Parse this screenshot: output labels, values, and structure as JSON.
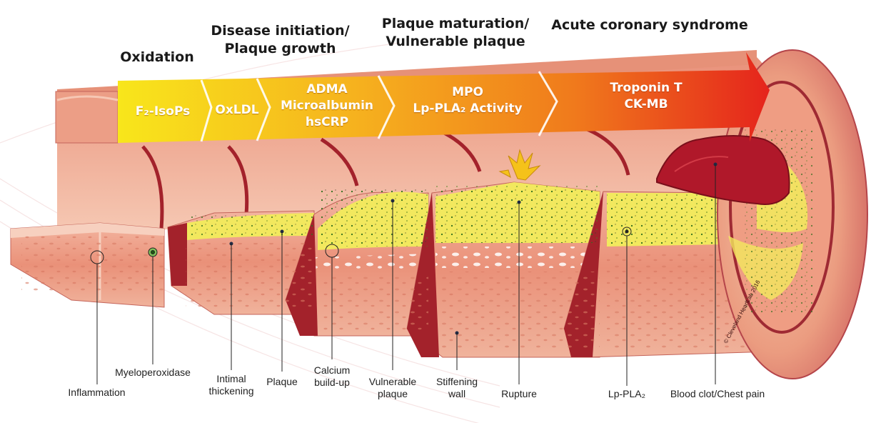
{
  "stages": {
    "oxidation": "Oxidation",
    "disease_initiation": "Disease initiation/\nPlaque growth",
    "plaque_maturation": "Plaque maturation/\nVulnerable plaque",
    "acute": "Acute coronary syndrome"
  },
  "markers": {
    "f2_isops": "F₂-IsoPs",
    "oxldl": "OxLDL",
    "adma_group": "ADMA\nMicroalbumin\nhsCRP",
    "mpo_group": "MPO\nLp-PLA₂ Activity",
    "troponin_group": "Troponin T\nCK-MB"
  },
  "callouts": {
    "inflammation": "Inflammation",
    "myeloperoxidase": "Myeloperoxidase",
    "intimal": "Intimal\nthickening",
    "plaque": "Plaque",
    "calcium": "Calcium\nbuild-up",
    "vulnerable": "Vulnerable\nplaque",
    "stiffening": "Stiffening\nwall",
    "rupture": "Rupture",
    "lppla2": "Lp-PLA₂",
    "clot": "Blood clot/Chest pain"
  },
  "copyright": "© Cleveland HeartLab 2016",
  "colors": {
    "arrow_start": "#f7e21a",
    "arrow_end": "#e8261c",
    "artery_wall": "#e79a7e",
    "artery_inner": "#f1b59c",
    "muscle_dark": "#a3222b",
    "plaque_yellow": "#f2e85e",
    "clot": "#b0182a"
  }
}
